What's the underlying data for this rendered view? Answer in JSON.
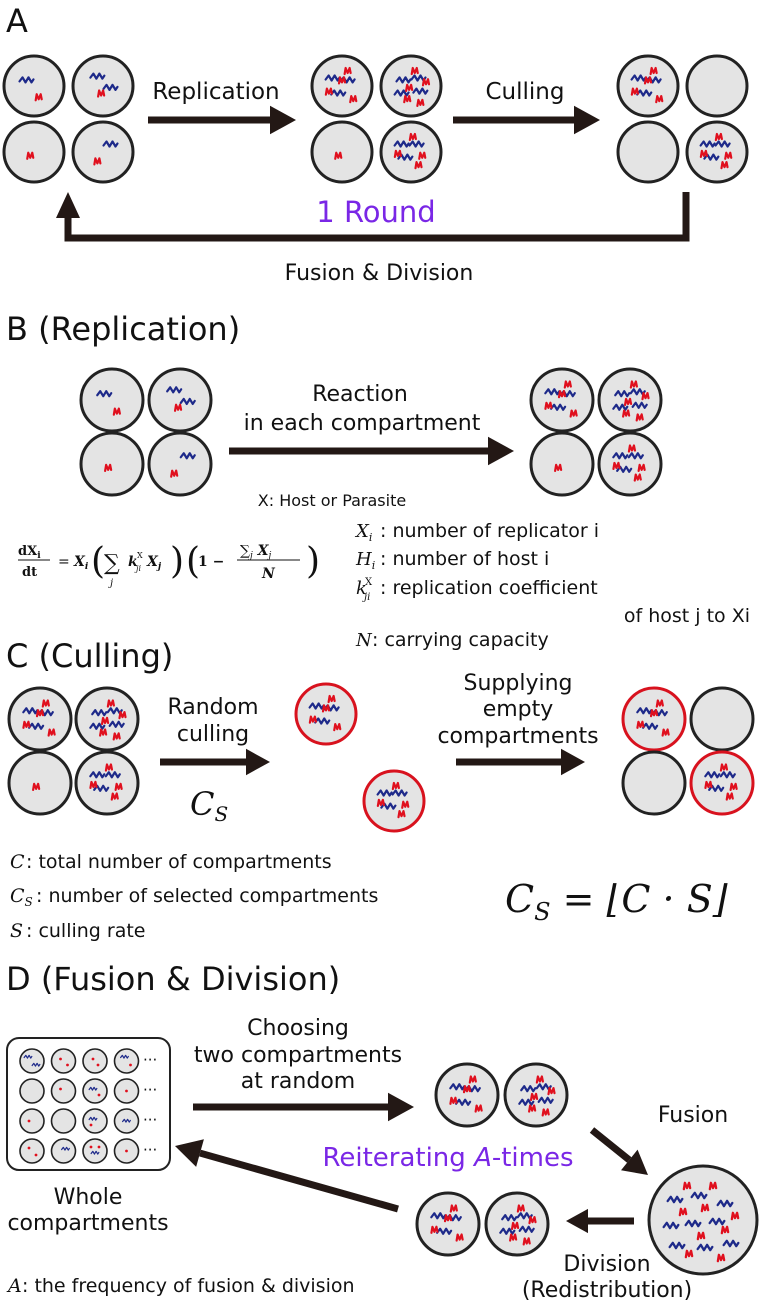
{
  "colors": {
    "host": "#1e2a8a",
    "parasite": "#e0101e",
    "compartment_fill": "#e4e4e4",
    "compartment_stroke": "#222222",
    "selected_stroke": "#d8121e",
    "accent": "#7a27e6",
    "arrow": "#231815"
  },
  "icons": [
    "compartment-circle-icon",
    "host-squiggle-icon",
    "parasite-squiggle-icon",
    "arrow-icon"
  ],
  "panelA": {
    "letter": "A",
    "replication": "Replication",
    "culling": "Culling",
    "round": "1 Round",
    "fusion_division": "Fusion & Division"
  },
  "panelB": {
    "title": "B (Replication)",
    "reaction_line1": "Reaction",
    "reaction_line2": "in each compartment",
    "x_def": "X: Host or Parasite",
    "equation": "dXi/dt = Xi ( Σj kXji Xj ) ( 1 − Σj Xj / N )",
    "defs": [
      {
        "sym": "Xi",
        "text": ": number of replicator i"
      },
      {
        "sym": "Hi",
        "text": ": number of host i"
      },
      {
        "sym": "kXji",
        "text": ": replication coefficient"
      },
      {
        "sym": "",
        "text": "of host j to Xi"
      },
      {
        "sym": "N",
        "text": ": carrying capacity"
      }
    ]
  },
  "panelC": {
    "title": "C (Culling)",
    "random_line1": "Random",
    "random_line2": "culling",
    "cs_label": "CS",
    "supplying_line1": "Supplying",
    "supplying_line2": "empty",
    "supplying_line3": "compartments",
    "defs": [
      {
        "sym": "C",
        "text": ": total number of compartments"
      },
      {
        "sym": "CS",
        "text": ": number of selected compartments"
      },
      {
        "sym": "S",
        "text": ": culling rate"
      }
    ],
    "formula": "CS = ⌊C · S⌋"
  },
  "panelD": {
    "title": "D (Fusion & Division)",
    "choosing_line1": "Choosing",
    "choosing_line2": "two compartments",
    "choosing_line3": "at random",
    "fusion": "Fusion",
    "reiterating_prefix": "Reiterating ",
    "reiterating_var": "A",
    "reiterating_suffix": "-times",
    "whole_line1": "Whole",
    "whole_line2": "compartments",
    "division_line1": "Division",
    "division_line2": "(Redistribution)",
    "a_sym": "A",
    "a_def": ": the frequency of fusion & division",
    "ellipsis": "···"
  }
}
